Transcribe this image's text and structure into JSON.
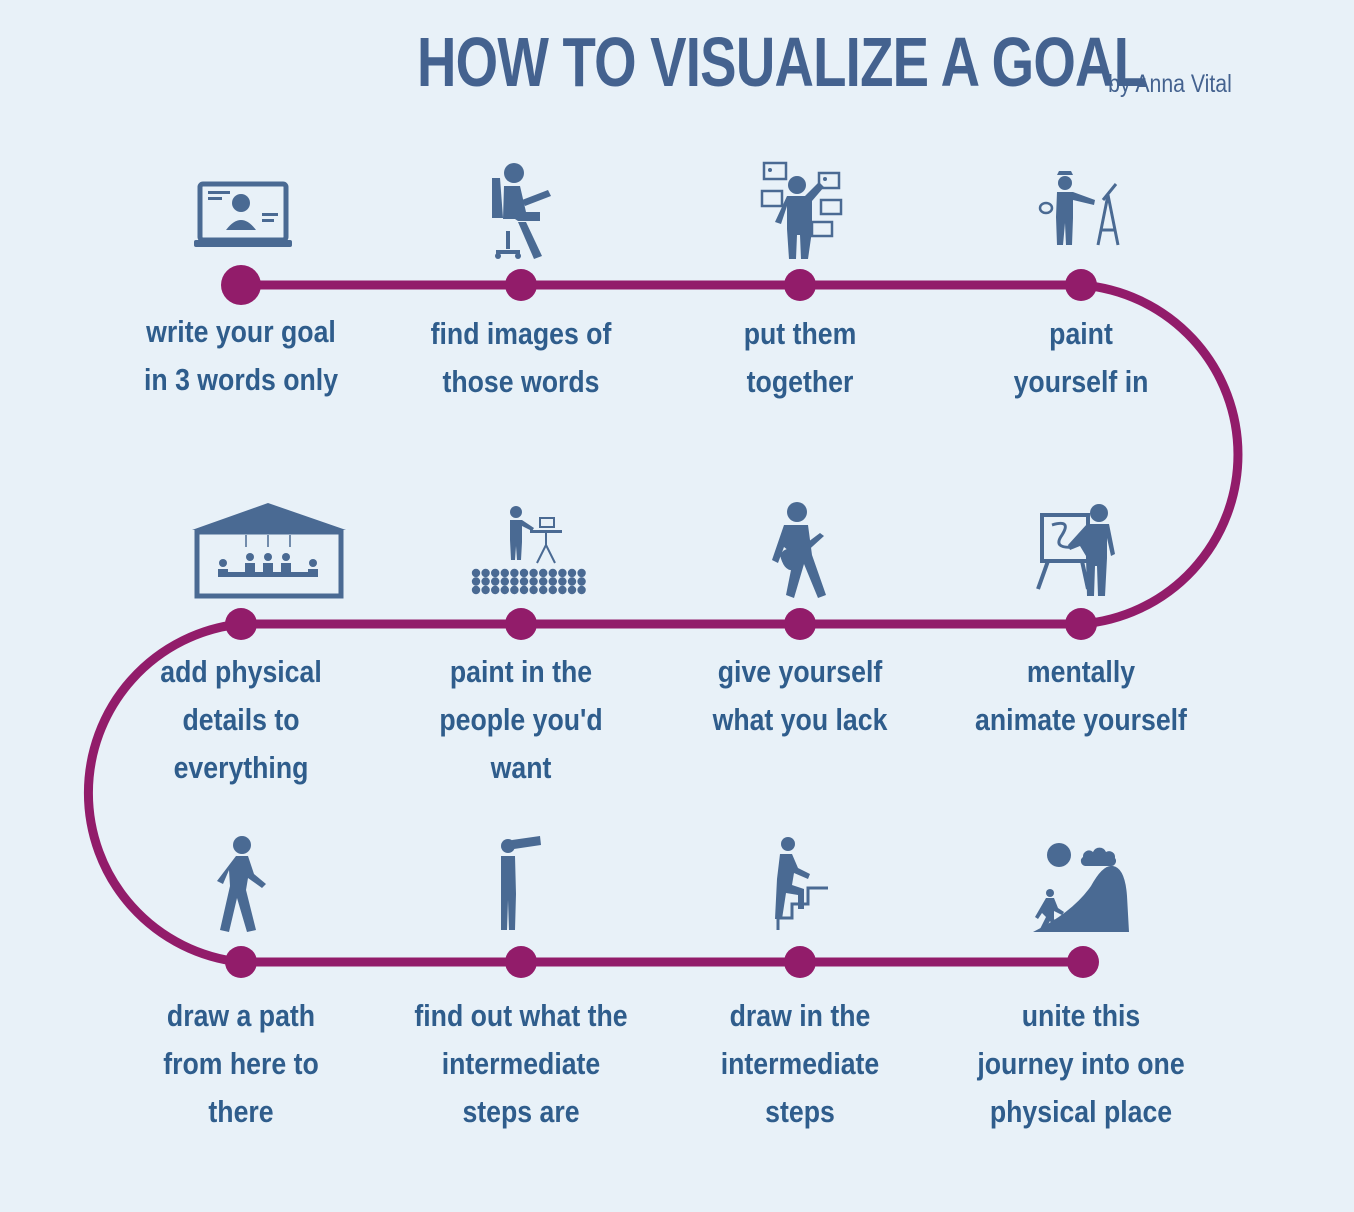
{
  "title": "HOW TO VISUALIZE A GOAL",
  "byline": "by Anna Vital",
  "colors": {
    "background": "#e8f1f8",
    "path": "#921c6a",
    "icon": "#4a6a93",
    "text": "#2f5d8c",
    "title": "#44628f"
  },
  "steps": [
    {
      "label": "write your goal\nin 3 words only",
      "icon": "laptop-icon"
    },
    {
      "label": "find images of\nthose words",
      "icon": "person-at-desk-icon"
    },
    {
      "label": "put them\ntogether",
      "icon": "arranging-images-icon"
    },
    {
      "label": "paint\nyourself in",
      "icon": "painter-icon"
    },
    {
      "label": "mentally\nanimate yourself",
      "icon": "artist-at-easel-icon"
    },
    {
      "label": "give yourself\nwhat you lack",
      "icon": "guitarist-icon"
    },
    {
      "label": "paint in the\npeople you'd\nwant",
      "icon": "presenter-audience-icon"
    },
    {
      "label": "add physical\ndetails to\neverything",
      "icon": "meeting-house-icon"
    },
    {
      "label": "draw a path\nfrom here to\nthere",
      "icon": "walking-person-icon"
    },
    {
      "label": "find out what the\nintermediate\nsteps are",
      "icon": "person-with-telescope-icon"
    },
    {
      "label": "draw in the\nintermediate\nsteps",
      "icon": "person-climbing-stairs-icon"
    },
    {
      "label": "unite this\njourney into one\nphysical place",
      "icon": "mountain-sun-icon"
    }
  ]
}
